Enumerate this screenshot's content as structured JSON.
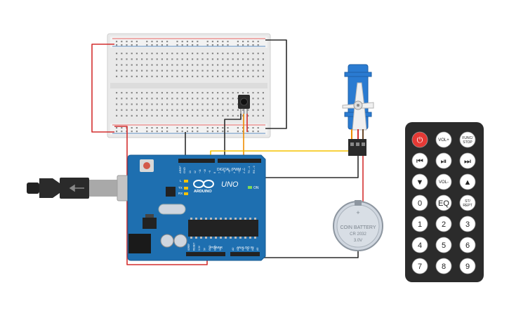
{
  "colors": {
    "board": "#1e6fb0",
    "board_edge": "#155a92",
    "breadboard": "#e9e9e9",
    "rail_red": "#e53935",
    "rail_blue": "#2b6cb0",
    "wire_red": "#d32f2f",
    "wire_black": "#2b2b2b",
    "wire_yellow": "#f5c200",
    "wire_orange": "#f08c00",
    "servo_blue": "#2a7bd1",
    "remote_body": "#2b2b2b",
    "remote_btn": "#ffffff",
    "power_btn": "#e53935"
  },
  "arduino": {
    "model": "UNO",
    "brand": "ARDUINO",
    "digital_label": "DIGITAL (PWM ~)",
    "power_label": "POWER",
    "analog_label": "ANALOG IN",
    "on_label": "ON",
    "l_label": "L",
    "tx_label": "TX",
    "rx_label": "RX",
    "aref_label": "AREF",
    "gnd_label": "GND",
    "top_pins": [
      "13",
      "12",
      "~11",
      "~10",
      "~9",
      "8",
      "7",
      "~6",
      "~5",
      "4",
      "~3",
      "2",
      "TX→1",
      "RX←0"
    ],
    "power_pins": [
      "IOREF",
      "RESET",
      "3.3V",
      "5V",
      "GND",
      "GND",
      "Vin"
    ],
    "analog_pins": [
      "A0",
      "A1",
      "A2",
      "A3",
      "A4",
      "A5"
    ]
  },
  "battery": {
    "line1": "COIN BATTERY",
    "line2": "CR 2032",
    "line3": "3.0V",
    "plus": "+"
  },
  "remote": {
    "buttons": [
      {
        "id": "power",
        "label": "⏻"
      },
      {
        "id": "vol-up",
        "label": "VOL+"
      },
      {
        "id": "func-stop",
        "label": "FUNC/ STOP"
      },
      {
        "id": "prev",
        "label": "⏮"
      },
      {
        "id": "play-pause",
        "label": "⏯"
      },
      {
        "id": "next",
        "label": "⏭"
      },
      {
        "id": "down",
        "label": "▼"
      },
      {
        "id": "vol-down",
        "label": "VOL-"
      },
      {
        "id": "up",
        "label": "▲"
      },
      {
        "id": "zero",
        "label": "0"
      },
      {
        "id": "eq",
        "label": "EQ"
      },
      {
        "id": "st-rept",
        "label": "ST/ REPT"
      },
      {
        "id": "one",
        "label": "1"
      },
      {
        "id": "two",
        "label": "2"
      },
      {
        "id": "three",
        "label": "3"
      },
      {
        "id": "four",
        "label": "4"
      },
      {
        "id": "five",
        "label": "5"
      },
      {
        "id": "six",
        "label": "6"
      },
      {
        "id": "seven",
        "label": "7"
      },
      {
        "id": "eight",
        "label": "8"
      },
      {
        "id": "nine",
        "label": "9"
      }
    ]
  },
  "icons": {
    "usb_cable": "usb-cable-icon",
    "ir_receiver": "ir-receiver-icon",
    "servo": "servo-motor-icon"
  }
}
